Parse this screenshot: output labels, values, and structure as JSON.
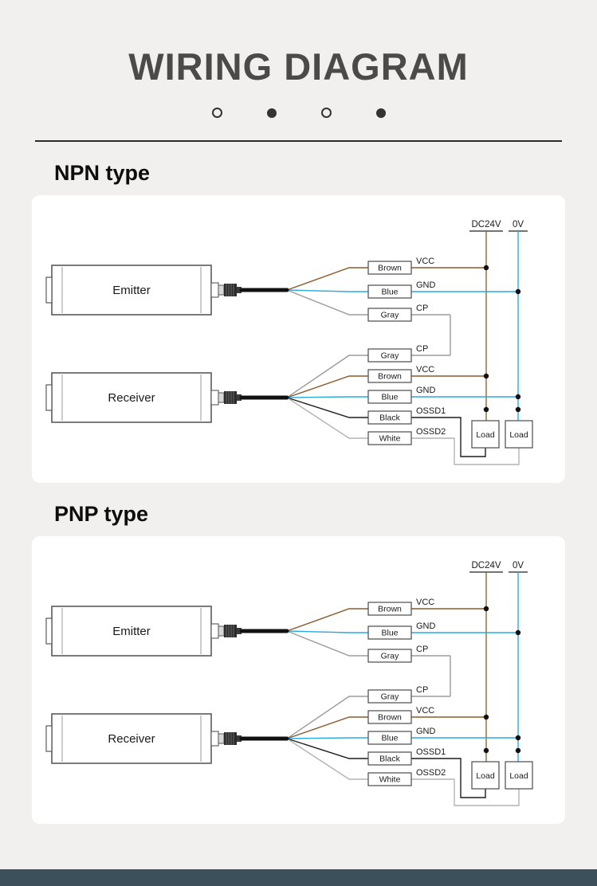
{
  "header": {
    "title": "WIRING DIAGRAM",
    "dots": [
      {
        "style": "hollow"
      },
      {
        "style": "filled"
      },
      {
        "style": "hollow"
      },
      {
        "style": "filled"
      }
    ]
  },
  "sections": [
    {
      "id": "npn",
      "heading": "NPN type",
      "diagram": {
        "power_rails": [
          {
            "label": "DC24V",
            "color": "#8a6a33"
          },
          {
            "label": "0V",
            "color": "#29abe2"
          }
        ],
        "emitter": {
          "label": "Emitter",
          "wires": [
            {
              "wire": "Brown",
              "signal": "VCC",
              "color": "#8a5a2b"
            },
            {
              "wire": "Blue",
              "signal": "GND",
              "color": "#29abe2"
            },
            {
              "wire": "Gray",
              "signal": "CP",
              "color": "#9b9b9b"
            }
          ]
        },
        "receiver": {
          "label": "Receiver",
          "wires": [
            {
              "wire": "Gray",
              "signal": "CP",
              "color": "#9b9b9b"
            },
            {
              "wire": "Brown",
              "signal": "VCC",
              "color": "#8a5a2b"
            },
            {
              "wire": "Blue",
              "signal": "GND",
              "color": "#29abe2"
            },
            {
              "wire": "Black",
              "signal": "OSSD1",
              "color": "#1c1c1c"
            },
            {
              "wire": "White",
              "signal": "OSSD2",
              "color": "#b4b4b4"
            }
          ]
        },
        "loads": [
          {
            "label": "Load"
          },
          {
            "label": "Load"
          }
        ]
      }
    },
    {
      "id": "pnp",
      "heading": "PNP type",
      "diagram": {
        "power_rails": [
          {
            "label": "DC24V",
            "color": "#8a6a33"
          },
          {
            "label": "0V",
            "color": "#29abe2"
          }
        ],
        "emitter": {
          "label": "Emitter",
          "wires": [
            {
              "wire": "Brown",
              "signal": "VCC",
              "color": "#8a5a2b"
            },
            {
              "wire": "Blue",
              "signal": "GND",
              "color": "#29abe2"
            },
            {
              "wire": "Gray",
              "signal": "CP",
              "color": "#9b9b9b"
            }
          ]
        },
        "receiver": {
          "label": "Receiver",
          "wires": [
            {
              "wire": "Gray",
              "signal": "CP",
              "color": "#9b9b9b"
            },
            {
              "wire": "Brown",
              "signal": "VCC",
              "color": "#8a5a2b"
            },
            {
              "wire": "Blue",
              "signal": "GND",
              "color": "#29abe2"
            },
            {
              "wire": "Black",
              "signal": "OSSD1",
              "color": "#1c1c1c"
            },
            {
              "wire": "White",
              "signal": "OSSD2",
              "color": "#b4b4b4"
            }
          ]
        },
        "loads": [
          {
            "label": "Load"
          },
          {
            "label": "Load"
          }
        ]
      }
    }
  ],
  "footer": {
    "bar_color": "#3e4f5c"
  }
}
